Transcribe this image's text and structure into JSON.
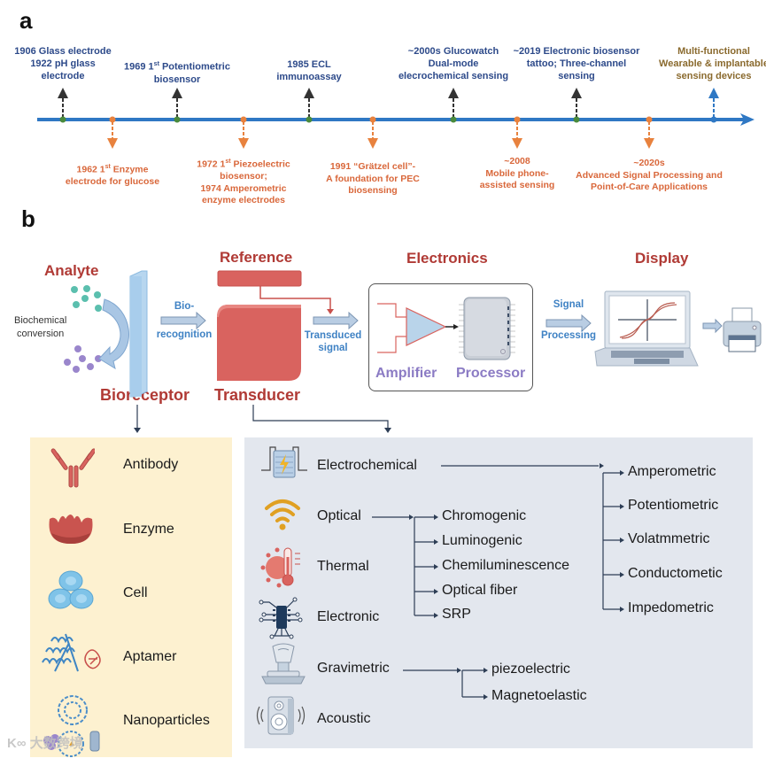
{
  "panel_a": {
    "letter": "a",
    "top_events": [
      {
        "lines": [
          "1906 Glass electrode",
          "1922 pH glass",
          "electrode"
        ],
        "color": "#2d4a8a"
      },
      {
        "lines": [
          "1969 1st Potentiometric",
          "biosensor"
        ],
        "color": "#2d4a8a"
      },
      {
        "lines": [
          "1985  ECL",
          "immunoassay"
        ],
        "color": "#2d4a8a"
      },
      {
        "lines": [
          "~2000s Glucowatch",
          "Dual-mode",
          "elecrochemical sensing"
        ],
        "color": "#2d4a8a"
      },
      {
        "lines": [
          "~2019 Electronic biosensor",
          "tattoo; Three-channel",
          "sensing"
        ],
        "color": "#2d4a8a"
      },
      {
        "lines": [
          "Multi-functional",
          "Wearable & implantable",
          "sensing devices"
        ],
        "color": "#8a6a2e"
      }
    ],
    "bottom_events": [
      {
        "lines": [
          "1962 1st Enzyme",
          "electrode for glucose"
        ]
      },
      {
        "lines": [
          "1972 1st Piezoelectric",
          "biosensor;",
          "1974 Amperometric",
          "enzyme electrodes"
        ]
      },
      {
        "lines": [
          "1991 “Grätzel cell”-",
          "A foundation for PEC",
          "biosensing"
        ]
      },
      {
        "lines": [
          "~2008",
          "Mobile phone-",
          "assisted sensing"
        ]
      },
      {
        "lines": [
          "~2020s",
          "Advanced Signal Processing and",
          "Point-of-Care Applications"
        ]
      }
    ],
    "colors": {
      "axis": "#2f78c4",
      "top_marker": "#4a8a3c",
      "bottom_marker": "#e8823e"
    }
  },
  "panel_b": {
    "letter": "b",
    "headers": {
      "analyte": "Analyte",
      "reference": "Reference",
      "electronics": "Electronics",
      "display": "Display",
      "bioreceptor": "Bioreceptor",
      "transducer": "Transducer"
    },
    "biochemical": [
      "Biochemical",
      "conversion"
    ],
    "biorecognition": [
      "Bio-",
      "recognition"
    ],
    "transduced": [
      "Transduced",
      "signal"
    ],
    "signal_processing": [
      "Signal",
      "Processing"
    ],
    "amplifier": "Amplifier",
    "processor": "Processor",
    "bioreceptors": [
      {
        "icon": "antibody-icon",
        "label": "Antibody"
      },
      {
        "icon": "enzyme-icon",
        "label": "Enzyme"
      },
      {
        "icon": "cell-icon",
        "label": "Cell"
      },
      {
        "icon": "aptamer-icon",
        "label": "Aptamer"
      },
      {
        "icon": "nanoparticles-icon",
        "label": "Nanoparticles"
      }
    ],
    "transducers": [
      {
        "icon": "battery-icon",
        "label": "Electrochemical"
      },
      {
        "icon": "wifi-icon",
        "label": "Optical"
      },
      {
        "icon": "thermometer-icon",
        "label": "Thermal"
      },
      {
        "icon": "chip-icon",
        "label": "Electronic"
      },
      {
        "icon": "scale-icon",
        "label": "Gravimetric"
      },
      {
        "icon": "speaker-icon",
        "label": "Acoustic"
      }
    ],
    "optical_types": [
      "Chromogenic",
      "Luminogenic",
      "Chemiluminescence",
      "Optical fiber",
      "SRP"
    ],
    "electrochemical_types": [
      "Amperometric",
      "Potentiometric",
      "Volatmmetric",
      "Conductometic",
      "Impedometric"
    ],
    "gravimetric_types": [
      "piezoelectric",
      "Magnetoelastic"
    ]
  },
  "watermark": "大数跨境"
}
